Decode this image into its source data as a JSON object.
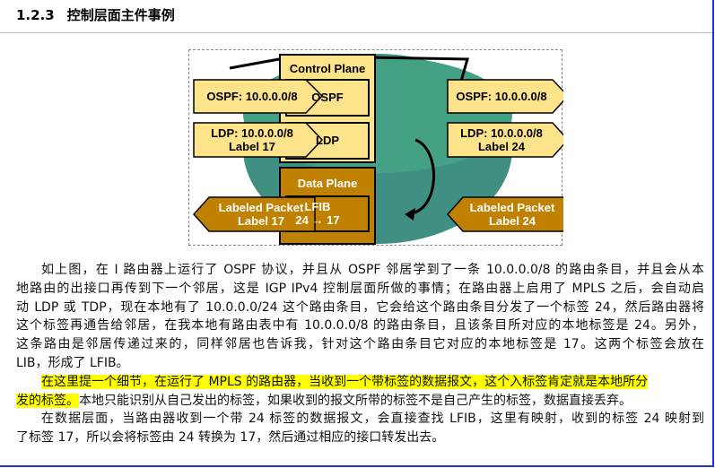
{
  "heading": {
    "number": "1.2.3",
    "title": "控制层面主件事例"
  },
  "figure": {
    "control_plane": "Control Plane",
    "ospf": "OSPF",
    "ldp": "LDP",
    "data_plane": "Data Plane",
    "lfib": "LFIB",
    "lfib_map": "24 → 17",
    "left_ospf": "OSPF: 10.0.0.0/8",
    "left_ldp_1": "LDP: 10.0.0.0/8",
    "left_ldp_2": "Label 17",
    "right_ospf": "OSPF: 10.0.0.0/8",
    "right_ldp_1": "LDP: 10.0.0.0/8",
    "right_ldp_2": "Label 24",
    "left_pkt_1": "Labeled Packet",
    "left_pkt_2": "Label 17",
    "right_pkt_1": "Labeled Packet",
    "right_pkt_2": "Label 24"
  },
  "paragraphs": [
    {
      "lines": [
        "如上图，在 I 路由器上运行了 OSPF 协议，并且从 OSPF 邻居学到了一条 10.0.0.0/8 的路由条目，并且会从本",
        "地路由的出接口再传到下一个邻居，这是 IGP IPv4 控制层面所做的事情；在路由器上启用了 MPLS 之后，会自动启",
        "动 LDP 或 TDP，现在本地有了 10.0.0.0/24 这个路由条目，它会给这个路由条目分发了一个标签 24，然后路由器将",
        "这个标签再通告给邻居，在我本地有路由表中有 10.0.0.0/8 的路由条目，且该条目所对应的本地标签是 24。另外，",
        "这条路由是邻居传递过来的，同样邻居也告诉我，针对这个路由条目它对应的本地标签是 17。这两个标签会放在",
        "LIB，形成了 LFIB。"
      ]
    },
    {
      "highlight_1": "在这里提一个细节，在运行了 MPLS 的路由器，当收到一个带标签的数据报文，这个入标签肯定就是本地所分",
      "highlight_2": "发的标签。",
      "rest": "本地只能识别从自己发出的标签，如果收到的报文所带的标签不是自己产生的标签，数据直接丢弃。"
    },
    {
      "lines": [
        "在数据层面，当路由器收到一个带 24 标签的数据报文，会直接查找 LFIB，这里有映射，收到的标签 24 映射到",
        "了标签 17，所以会将标签由 24 转换为 17，然后通过相应的接口转发出去。"
      ]
    }
  ],
  "colors": {
    "highlight": "#ffff00",
    "border": "#1a35d8",
    "teal": "#3f9f86",
    "yellow": "#fde38a",
    "brown": "#c08000"
  }
}
